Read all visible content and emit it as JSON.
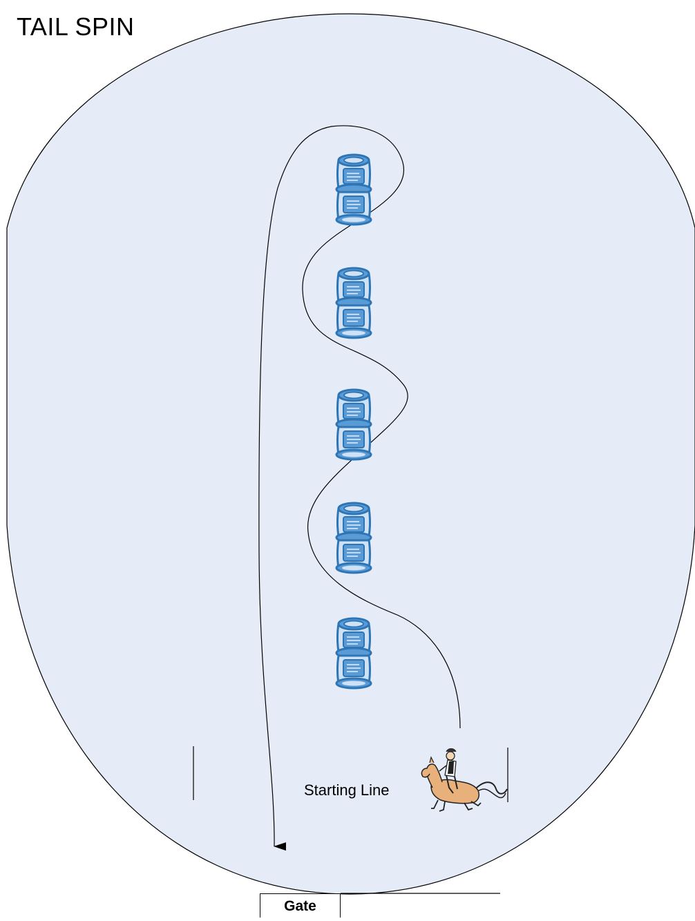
{
  "diagram": {
    "title": "TAIL SPIN",
    "starting_line_label": "Starting Line",
    "gate_label": "Gate",
    "barrel_count": 5,
    "colors": {
      "arena_fill": "#e6ecf7",
      "outline": "#000000",
      "barrel_fill": "#5b9bd5",
      "barrel_outline": "#2e75b6",
      "horse": "#e8b07a"
    },
    "icons": {
      "barrel": "barrel-icon",
      "rider": "horse-and-rider-icon"
    }
  }
}
